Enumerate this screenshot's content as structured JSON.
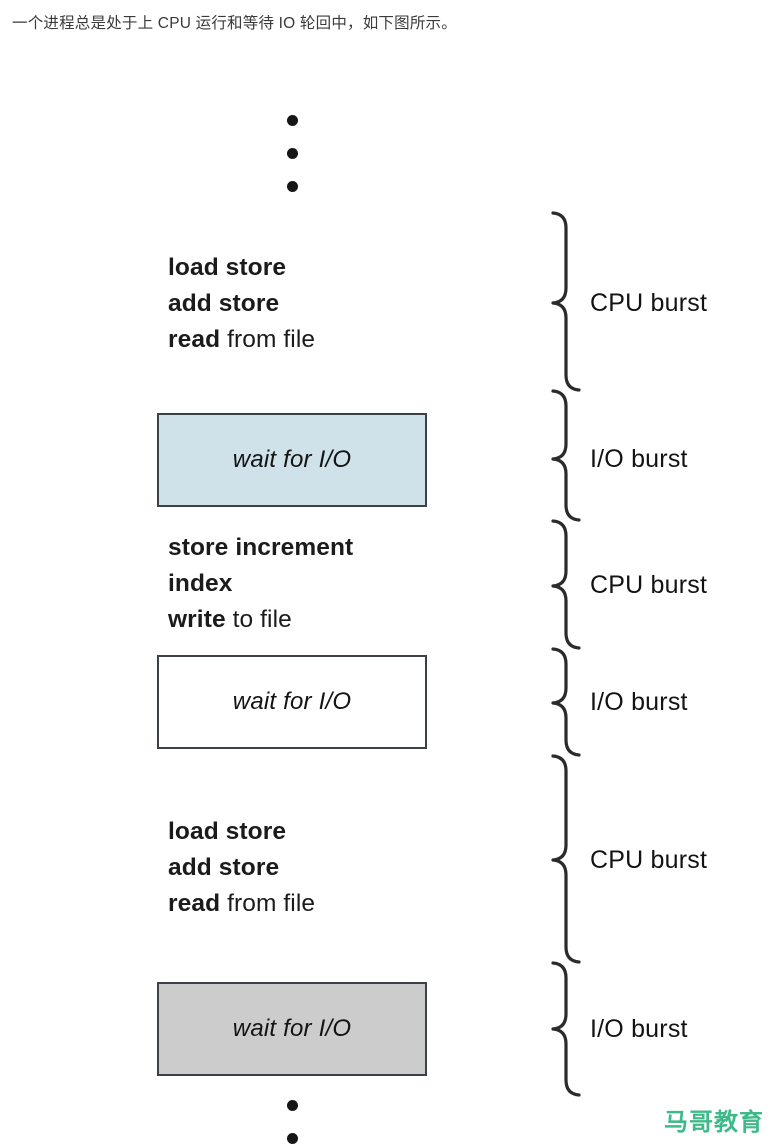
{
  "caption": {
    "text": "一个进程总是处于上 CPU 运行和等待 IO 轮回中，如下图所示。"
  },
  "diagram": {
    "title": "cpu-io-burst-cycle",
    "segments": [
      {
        "kind": "cpu",
        "label": "CPU burst",
        "lines": [
          {
            "bold": "load store",
            "plain": ""
          },
          {
            "bold": "add store",
            "plain": ""
          },
          {
            "bold": "read",
            "plain": " from file"
          }
        ]
      },
      {
        "kind": "io",
        "label": "I/O burst",
        "box_text": "wait for I/O",
        "fill": "#cfe1e9"
      },
      {
        "kind": "cpu",
        "label": "CPU burst",
        "lines": [
          {
            "bold": "store increment",
            "plain": ""
          },
          {
            "bold": "index",
            "plain": ""
          },
          {
            "bold": "write",
            "plain": " to file"
          }
        ]
      },
      {
        "kind": "io",
        "label": "I/O burst",
        "box_text": "wait for I/O",
        "fill": "#ffffff"
      },
      {
        "kind": "cpu",
        "label": "CPU burst",
        "lines": [
          {
            "bold": "load store",
            "plain": ""
          },
          {
            "bold": "add store",
            "plain": ""
          },
          {
            "bold": "read",
            "plain": " from file"
          }
        ]
      },
      {
        "kind": "io",
        "label": "I/O burst",
        "box_text": "wait for I/O",
        "fill": "#cccccc"
      }
    ],
    "ellipsis": {
      "top_dots": 3,
      "bottom_dots": 2
    }
  },
  "labels": {
    "cpu_burst_1": "CPU burst",
    "io_burst_1": "I/O burst",
    "cpu_burst_2": "CPU burst",
    "io_burst_2": "I/O burst",
    "cpu_burst_3": "CPU burst",
    "io_burst_3": "I/O burst"
  },
  "code": {
    "block1_line1_bold": "load store",
    "block1_line2_bold": "add store",
    "block1_line3_bold": "read",
    "block1_line3_plain": " from file",
    "block2_line1_bold": "store increment",
    "block2_line2_bold": "index",
    "block2_line3_bold": "write",
    "block2_line3_plain": " to file",
    "block3_line1_bold": "load store",
    "block3_line2_bold": "add store",
    "block3_line3_bold": "read",
    "block3_line3_plain": " from file"
  },
  "boxes": {
    "box1_text": "wait for I/O",
    "box2_text": "wait for I/O",
    "box3_text": "wait for I/O"
  },
  "watermark": {
    "text": "马哥教育",
    "color": "#3fb98a"
  },
  "colors": {
    "box_fill_blue": "#cfe1e9",
    "box_fill_white": "#ffffff",
    "box_fill_gray": "#cccccc",
    "box_border": "#3b4147",
    "text": "#1b1b1b",
    "caption_text": "#3a3a3a"
  }
}
